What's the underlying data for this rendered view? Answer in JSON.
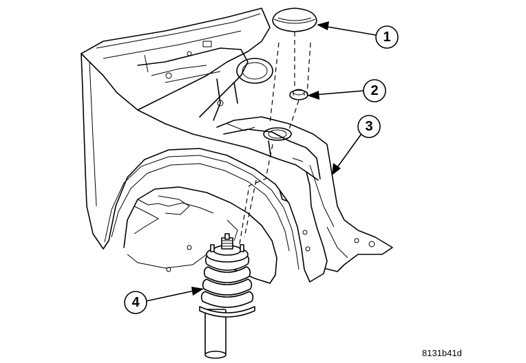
{
  "callouts": [
    {
      "label": "1",
      "part": "strut-cap"
    },
    {
      "label": "2",
      "part": "strut-nut"
    },
    {
      "label": "3",
      "part": "strut-tower"
    },
    {
      "label": "4",
      "part": "strut-assembly"
    }
  ],
  "figure_code": "8131b41d"
}
